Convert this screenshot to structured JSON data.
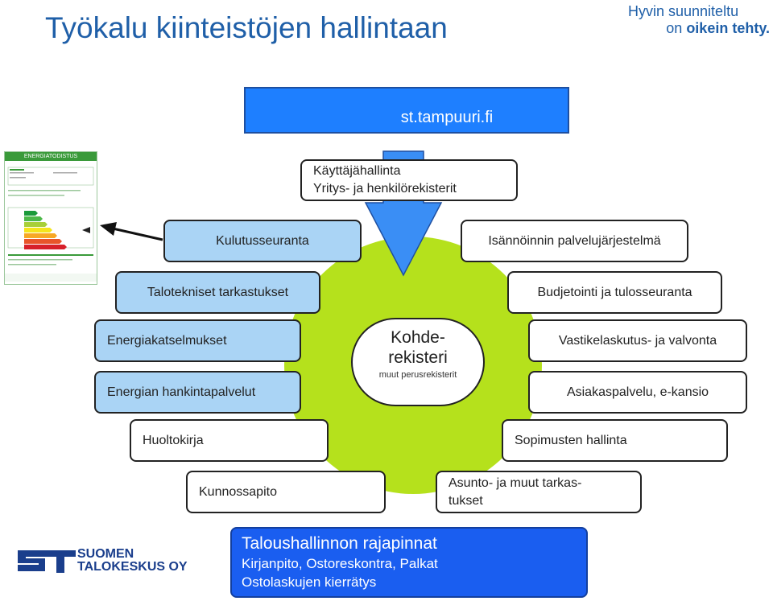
{
  "header": {
    "title": "Työkalu kiinteistöjen hallintaan",
    "tagline_line1": "Hyvin suunniteltu",
    "tagline_line2_regular": "on",
    "tagline_line2_bold": "oikein tehty."
  },
  "diagram": {
    "top_header": "st.tampuuri.fi",
    "access": {
      "line1": "Käyttäjähallinta",
      "line2": "Yritys- ja henkilörekisterit"
    },
    "hub": {
      "title_line1": "Kohde-",
      "title_line2": "rekisteri",
      "subtitle": "muut perusrekisterit"
    },
    "left_boxes": {
      "kulutus": "Kulutusseuranta",
      "talotekniset": "Talotekniset tarkastukset",
      "energiakatselmukset": "Energiakatselmukset",
      "energian_hankinta": "Energian hankintapalvelut",
      "huoltokirja": "Huoltokirja",
      "kunnossapito": "Kunnossapito"
    },
    "right_boxes": {
      "isannointi": "Isännöinnin palvelujärjestelmä",
      "budjetointi": "Budjetointi ja tulosseuranta",
      "vastike": "Vastikelaskutus- ja valvonta",
      "asiakaspalvelu": "Asiakaspalvelu, e-kansio",
      "sopimukset": "Sopimusten hallinta",
      "asunto_line1": "Asunto- ja muut tarkas-",
      "asunto_line2": "tukset"
    },
    "finance": {
      "title": "Taloushallinnon rajapinnat",
      "line1": "Kirjanpito, Ostoreskontra, Palkat",
      "line2": "Ostolaskujen kierrätys"
    }
  },
  "energy_certificate": {
    "heading": "ENERGIATODISTUS"
  },
  "logo": {
    "line1": "SUOMEN",
    "line2": "TALOKESKUS OY"
  },
  "colors": {
    "title_blue": "#1f5fa8",
    "header_blue": "#1e7fff",
    "finance_blue": "#1a5ef0",
    "light_blue_box": "#aad4f5",
    "hub_green": "#b5e11c",
    "arrow_blue": "#3a8ef5"
  }
}
